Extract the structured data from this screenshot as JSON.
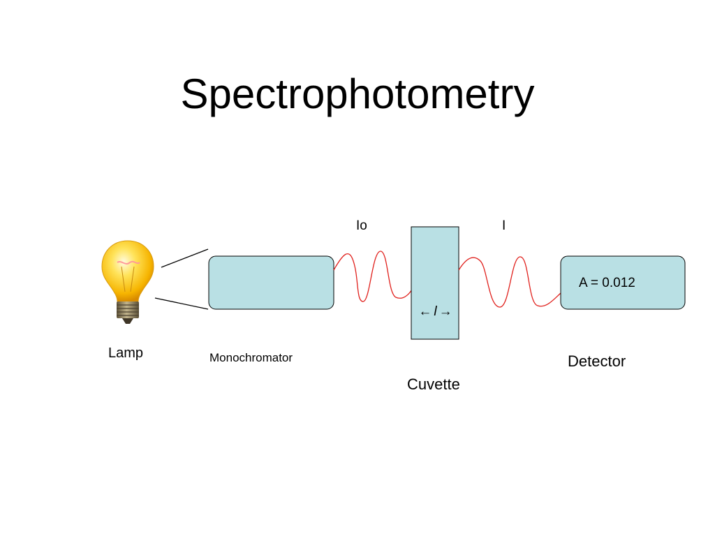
{
  "slide": {
    "title": "Spectrophotometry"
  },
  "diagram": {
    "lamp_label": "Lamp",
    "monochromator_label": "Monochromator",
    "cuvette_label": "Cuvette",
    "detector_label": "Detector",
    "incident_label": "Io",
    "transmitted_label": "I",
    "path_length_symbol": "l",
    "path_arrow_left": "←",
    "path_arrow_right": "→",
    "detector_readout": "A = 0.012",
    "colors": {
      "box_fill": "#b9e0e4",
      "light_wave": "#e0201c",
      "bulb_glass": "#ffcc22",
      "bulb_base": "#8a7a55"
    },
    "icons": [
      "light-bulb-icon"
    ]
  }
}
